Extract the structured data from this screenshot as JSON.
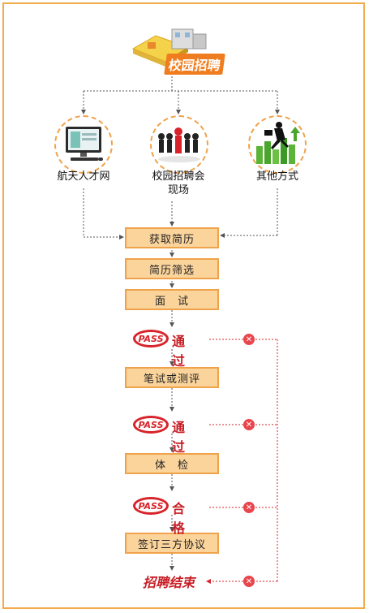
{
  "logo": {
    "title": "校园招聘"
  },
  "sources": [
    {
      "label": "航天人才网"
    },
    {
      "label": "校园招聘会\n现场"
    },
    {
      "label": "其他方式"
    }
  ],
  "steps": [
    {
      "label": "获取简历"
    },
    {
      "label": "简历筛选"
    },
    {
      "label": "面　试"
    },
    {
      "label": "笔试或测评"
    },
    {
      "label": "体　检"
    },
    {
      "label": "签订三方协议"
    }
  ],
  "results": [
    {
      "badge": "PASS",
      "text": "通过"
    },
    {
      "badge": "PASS",
      "text": "通过"
    },
    {
      "badge": "PASS",
      "text": "合格"
    }
  ],
  "end": {
    "label": "招聘结束"
  },
  "reject_icon": "close-icon",
  "colors": {
    "accent": "#f0a24a",
    "step_fill": "#fbd49c",
    "pass_red": "#d8232a",
    "reject": "#e8464d"
  }
}
